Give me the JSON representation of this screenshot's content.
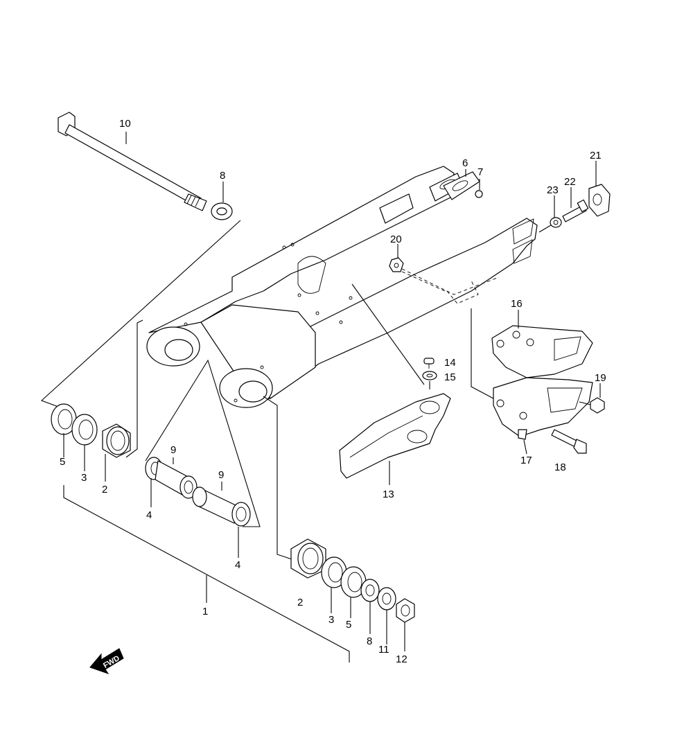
{
  "callouts": {
    "c1": "1",
    "c2a": "2",
    "c2b": "2",
    "c3a": "3",
    "c3b": "3",
    "c4a": "4",
    "c4b": "4",
    "c5a": "5",
    "c5b": "5",
    "c6": "6",
    "c7": "7",
    "c8a": "8",
    "c8b": "8",
    "c9a": "9",
    "c9b": "9",
    "c10": "10",
    "c11": "11",
    "c12": "12",
    "c13": "13",
    "c14": "14",
    "c15": "15",
    "c16": "16",
    "c17": "17",
    "c18": "18",
    "c19": "19",
    "c20": "20",
    "c21": "21",
    "c22": "22",
    "c23": "23"
  },
  "fwd_label": "FWD"
}
